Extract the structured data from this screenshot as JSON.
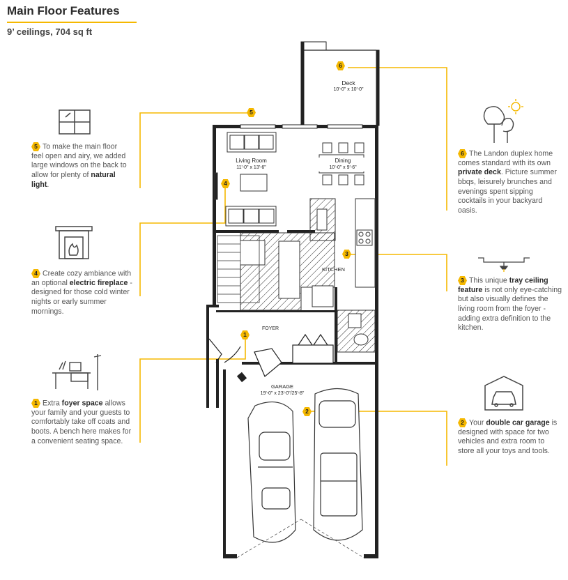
{
  "header": {
    "title": "Main Floor Features",
    "subtitle": "9’ ceilings, 704 sq ft"
  },
  "accent_color": "#f5b800",
  "rooms": {
    "deck": {
      "name": "Deck",
      "dims": "10'-0\" x 10'-0\""
    },
    "living": {
      "name": "Living Room",
      "dims": "11'-0\" x 13'-6\""
    },
    "dining": {
      "name": "Dining",
      "dims": "10'-0\" x 9'-6\""
    },
    "kitchen": {
      "name": "KITCHEN"
    },
    "foyer": {
      "name": "FOYER"
    },
    "garage": {
      "name": "GARAGE",
      "dims": "19'-0\" x 23'-0\"/25'-8\""
    }
  },
  "features": [
    {
      "num": "1",
      "icon": "desk-icon",
      "pre": "Extra ",
      "bold": "foyer space",
      "post": " allows your family and your guests to comfortably take off coats and boots. A bench here makes for a convenient seating space.",
      "bold2": "",
      "post2": ""
    },
    {
      "num": "2",
      "icon": "garage-car-icon",
      "pre": "Your ",
      "bold": "double car garage",
      "post": " is designed with space for two vehicles and extra room to store all your toys and tools.",
      "bold2": "",
      "post2": ""
    },
    {
      "num": "3",
      "icon": "ceiling-light-icon",
      "pre": "This unique ",
      "bold": "tray ceiling feature",
      "post": " is not only eye-catching but also visually defines the living room from the foyer - adding extra definition to the kitchen.",
      "bold2": "",
      "post2": ""
    },
    {
      "num": "4",
      "icon": "fireplace-icon",
      "pre": "Create cozy ambiance with an optional ",
      "bold": "electric fireplace",
      "post": " - designed for those cold winter nights or early summer mornings.",
      "bold2": "",
      "post2": ""
    },
    {
      "num": "5",
      "icon": "window-icon",
      "pre": "To make the main floor feel open and airy, we added large windows on the back to allow for plenty of ",
      "bold": "natural light",
      "post": ".",
      "bold2": "",
      "post2": ""
    },
    {
      "num": "6",
      "icon": "tree-sun-icon",
      "pre": "The Landon duplex home comes standard with its own ",
      "bold": "private deck",
      "post": ". Picture summer bbqs, leisurely brunches and evenings spent sipping cocktails in your backyard oasis.",
      "bold2": "",
      "post2": ""
    }
  ]
}
